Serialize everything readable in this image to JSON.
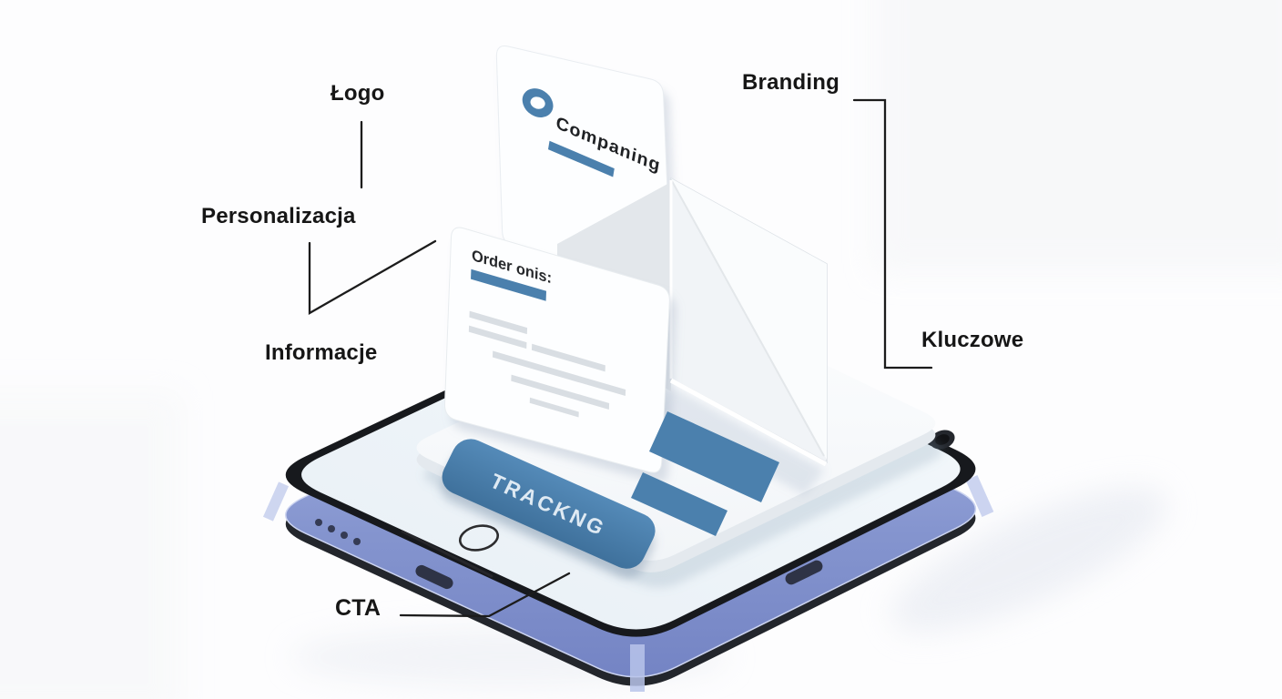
{
  "labels": {
    "logo": "Łogo",
    "personalizacja": "Personalizacja",
    "informacje": "Informacje",
    "cta": "CTA",
    "branding": "Branding",
    "kluczowe": "Kluczowe"
  },
  "mockup": {
    "company_name": "Companing",
    "order_title": "Order onis:",
    "tracking_label": "TRACKNG",
    "logo_icon": "ring-icon"
  },
  "colors": {
    "accent_blue": "#4b80ad",
    "phone_side_periwinkle": "#8a9ad2",
    "bezel_black": "#17191d",
    "screen_tint": "#edf3f8",
    "label_text": "#1c1c1c",
    "placeholder_gray": "#d9dee3"
  }
}
